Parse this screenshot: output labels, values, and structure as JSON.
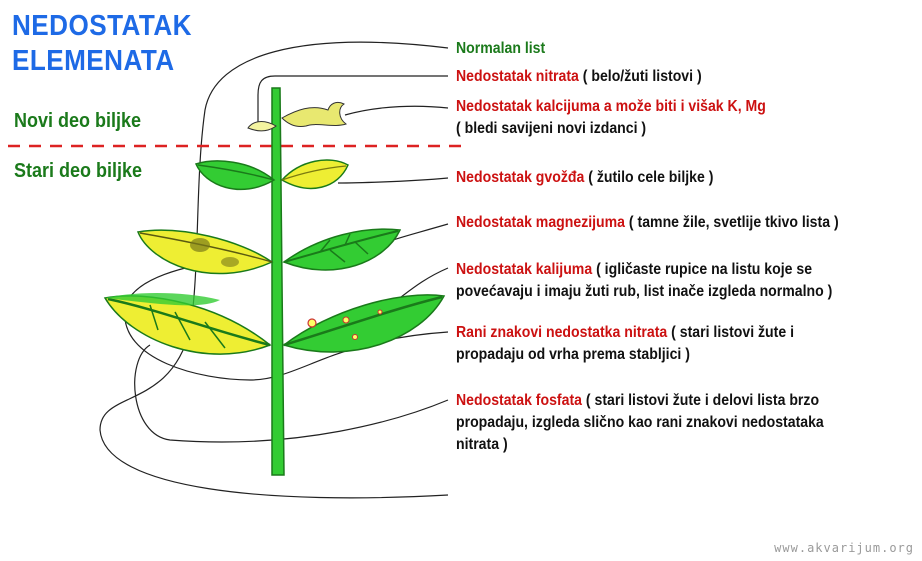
{
  "title_lines": [
    "NEDOSTATAK",
    "ELEMENATA"
  ],
  "new_part": "Novi deo biljke",
  "old_part": "Stari deo biljke",
  "labels": [
    {
      "main": "Normalan list",
      "detail": "",
      "detail2": ""
    },
    {
      "main": "Nedostatak nitrata",
      "detail": " ( belo/žuti listovi )",
      "detail2": ""
    },
    {
      "main": "Nedostatak kalcijuma a može biti i višak K, Mg",
      "detail": "( bledi savijeni novi izdanci )",
      "detail2": ""
    },
    {
      "main": "Nedostatak gvožđa",
      "detail": " ( žutilo cele biljke )",
      "detail2": ""
    },
    {
      "main": "Nedostatak magnezijuma",
      "detail": " ( tamne žile, svetlije tkivo lista )",
      "detail2": ""
    },
    {
      "main": "Nedostatak kalijuma",
      "detail": " ( igličaste rupice na listu koje se",
      "detail2": "povećavaju i imaju žuti rub, list inače izgleda normalno )"
    },
    {
      "main": "Rani znakovi nedostatka nitrata",
      "detail": " ( stari listovi žute i",
      "detail2": "propadaju od vrha prema stabljici )"
    },
    {
      "main": "Nedostatak fosfata",
      "detail": " ( stari listovi žute i delovi lista brzo",
      "detail2": "propadaju, izgleda slično kao rani znakovi nedostataka",
      "detail3": "nitrata )"
    }
  ],
  "watermark": "www.akvarijum.org",
  "colors": {
    "title": "#1e6ae6",
    "part": "#1b7a1b",
    "deficiency": "#cc1111",
    "leaf_green": "#33cc33",
    "leaf_yellow": "#eeee33",
    "divider": "#dd2222"
  }
}
